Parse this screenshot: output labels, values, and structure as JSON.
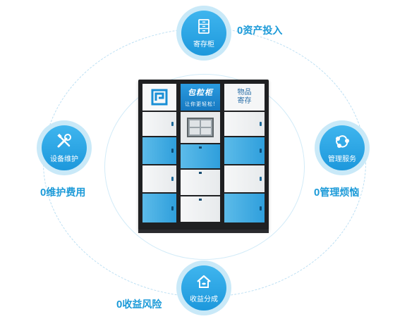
{
  "nodes": {
    "top": {
      "label": "寄存柜",
      "icon": "cabinet-icon"
    },
    "left": {
      "label": "设备维护",
      "icon": "tools-icon"
    },
    "right": {
      "label": "管理服务",
      "icon": "network-icon"
    },
    "bottom": {
      "label": "收益分成",
      "icon": "house-share-icon"
    }
  },
  "captions": {
    "top": {
      "zero": "0",
      "text": "资产投入"
    },
    "left": {
      "zero": "0",
      "text": "维护费用"
    },
    "right": {
      "zero": "0",
      "text": "管理烦恼"
    },
    "bottom": {
      "zero": "0",
      "text": "收益风险"
    }
  },
  "cabinet": {
    "brand_line1": "包粒柜",
    "brand_line2": "让你更轻松!",
    "label_line1": "物品",
    "label_line2": "寄存"
  },
  "colors": {
    "accent": "#1d98dc",
    "node_ring": "#c9e9f8",
    "caption": "#1b9ad8",
    "door_blue": "#3ea7e0",
    "cabinet_frame": "#1f2022"
  }
}
